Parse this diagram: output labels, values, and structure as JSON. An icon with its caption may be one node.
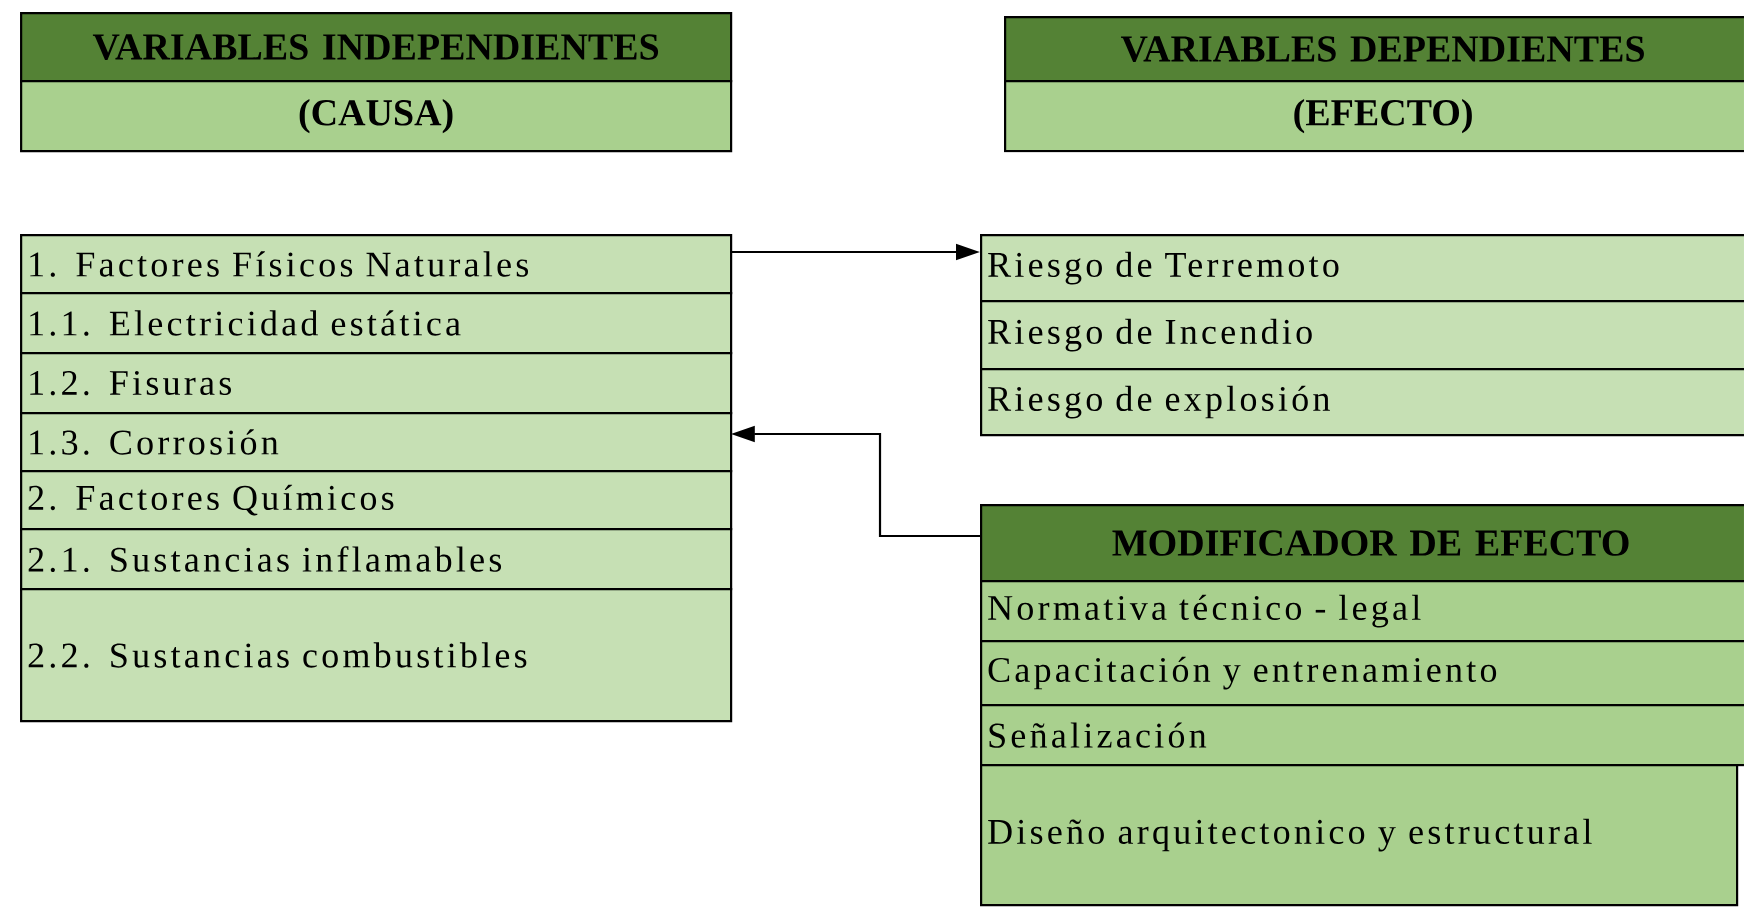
{
  "diagram": {
    "nodes": [
      {
        "text": [
          "VARIABLES INDEPENDIENTES",
          "(CAUSA)"
        ]
      },
      {
        "text": [
          "VARIABLES DEPENDIENTES",
          "(EFECTO)"
        ]
      },
      {
        "text": [
          "1. Factores Físicos Naturales",
          "1.1. Electricidad estática",
          "1.2. Fisuras",
          "1.3. Corrosión",
          "2. Factores Químicos",
          "2.1. Sustancias inflamables",
          "2.2. Sustancias combustibles"
        ]
      },
      {
        "text": [
          "Riesgo de Terremoto",
          "Riesgo de Incendio",
          "Riesgo de explosión"
        ]
      },
      {
        "text": [
          "MODIFICADOR DE EFECTO",
          "Normativa técnico - legal",
          "Capacitación y entrenamiento",
          "Señalización",
          "Diseño arquitectonico y estructural"
        ]
      }
    ],
    "edges": [
      {
        "from": 2,
        "to": 3,
        "arrow": "to"
      },
      {
        "from": 4,
        "to": 2,
        "arrow": "to"
      }
    ]
  }
}
